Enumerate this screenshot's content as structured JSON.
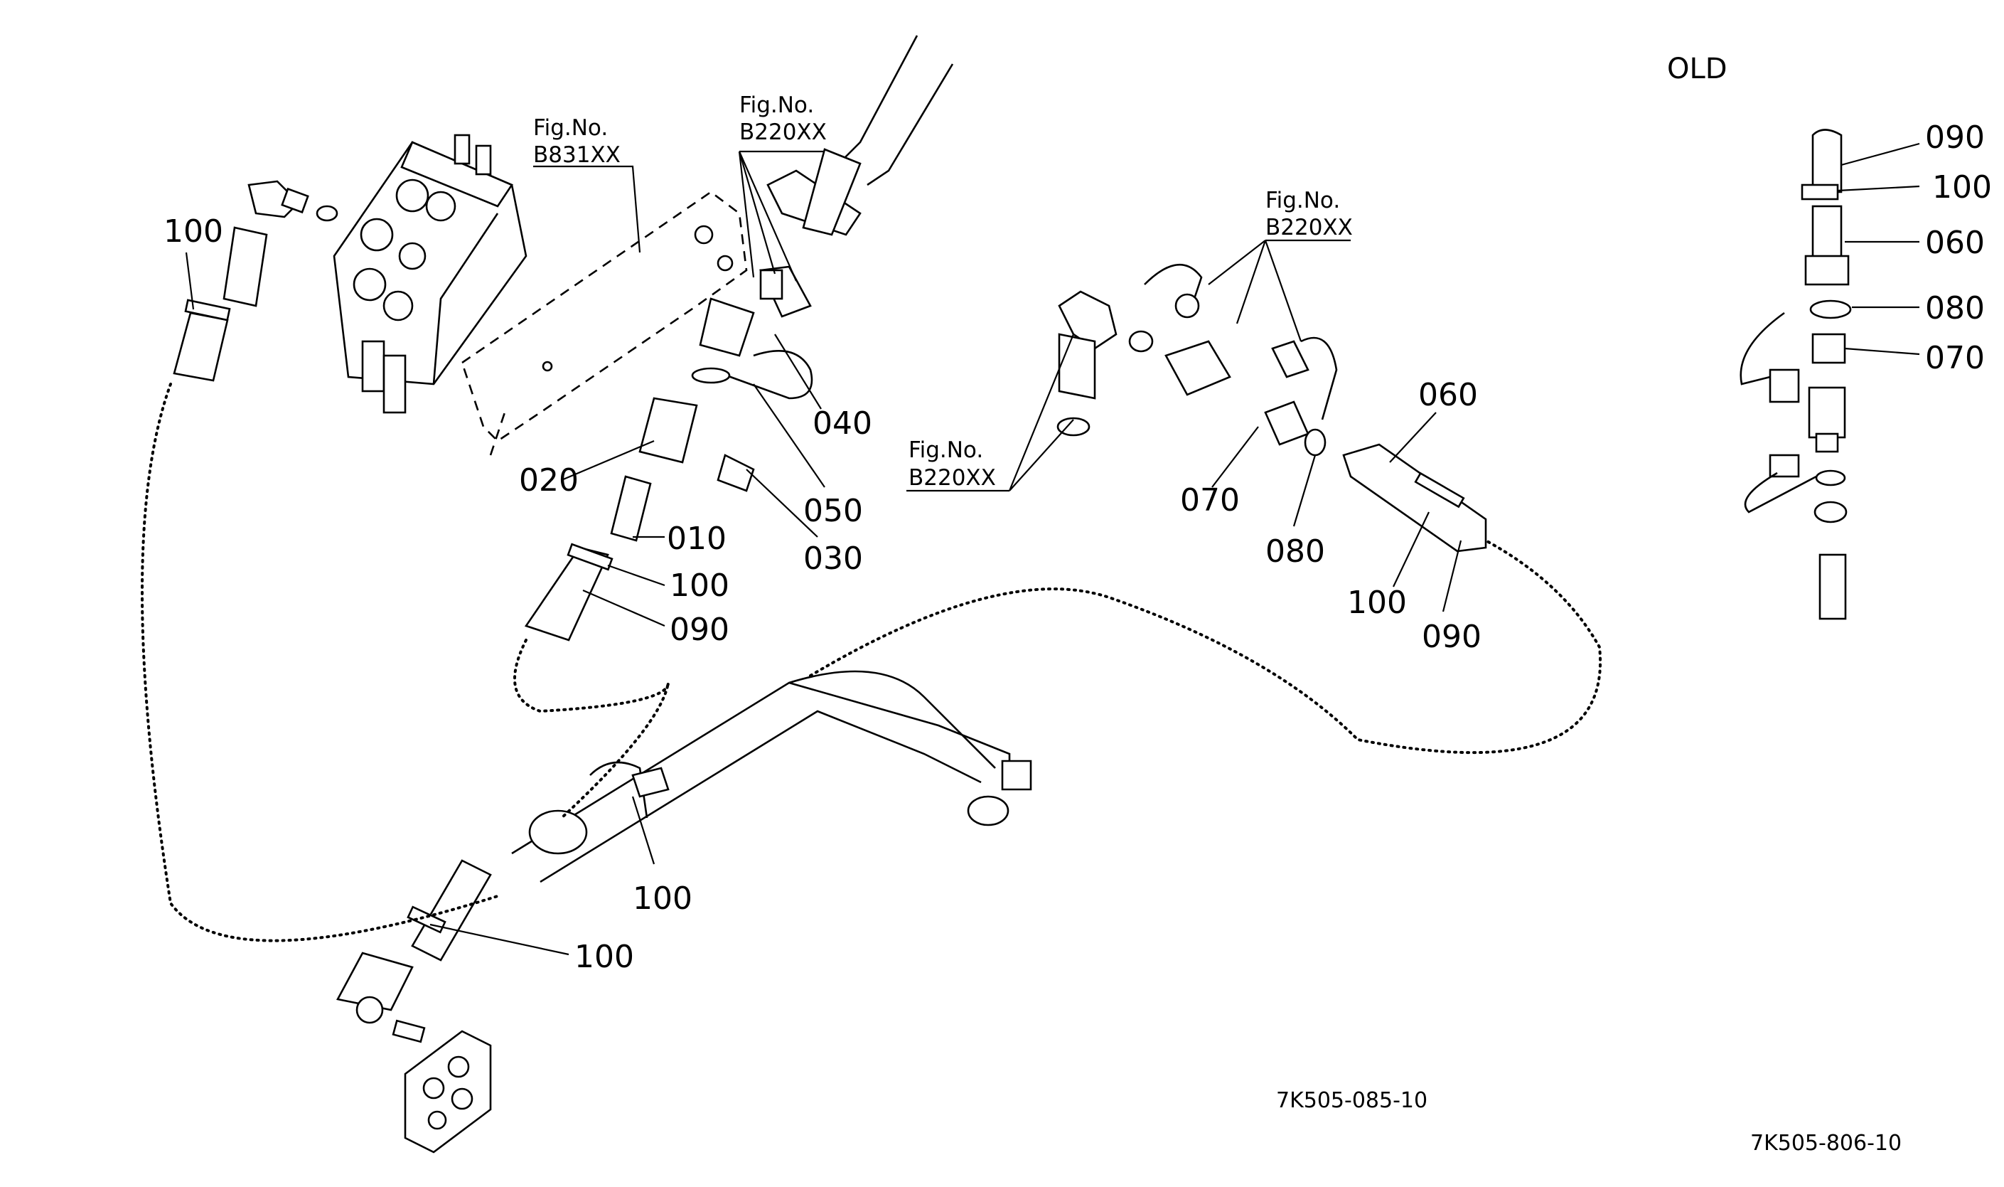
{
  "header": {
    "old_label": "OLD"
  },
  "figure_refs": {
    "ref_b831": {
      "line1": "Fig.No.",
      "line2": "B831XX"
    },
    "ref_b220_top": {
      "line1": "Fig.No.",
      "line2": "B220XX"
    },
    "ref_b220_mid": {
      "line1": "Fig.No.",
      "line2": "B220XX"
    },
    "ref_b220_left": {
      "line1": "Fig.No.",
      "line2": "B220XX"
    }
  },
  "callouts": {
    "c100_left": "100",
    "c020": "020",
    "c040": "040",
    "c050": "050",
    "c030": "030",
    "c010": "010",
    "c100_mid": "100",
    "c090_mid": "090",
    "c100_clamp": "100",
    "c100_bottom": "100",
    "c060_right": "060",
    "c070_right": "070",
    "c080_right": "080",
    "c100_right": "100",
    "c090_right": "090",
    "c090_old": "090",
    "c100_old": "100",
    "c060_old": "060",
    "c080_old": "080",
    "c070_old": "070"
  },
  "drawing_codes": {
    "code_main": "7K505-085-10",
    "code_old": "7K505-806-10"
  }
}
